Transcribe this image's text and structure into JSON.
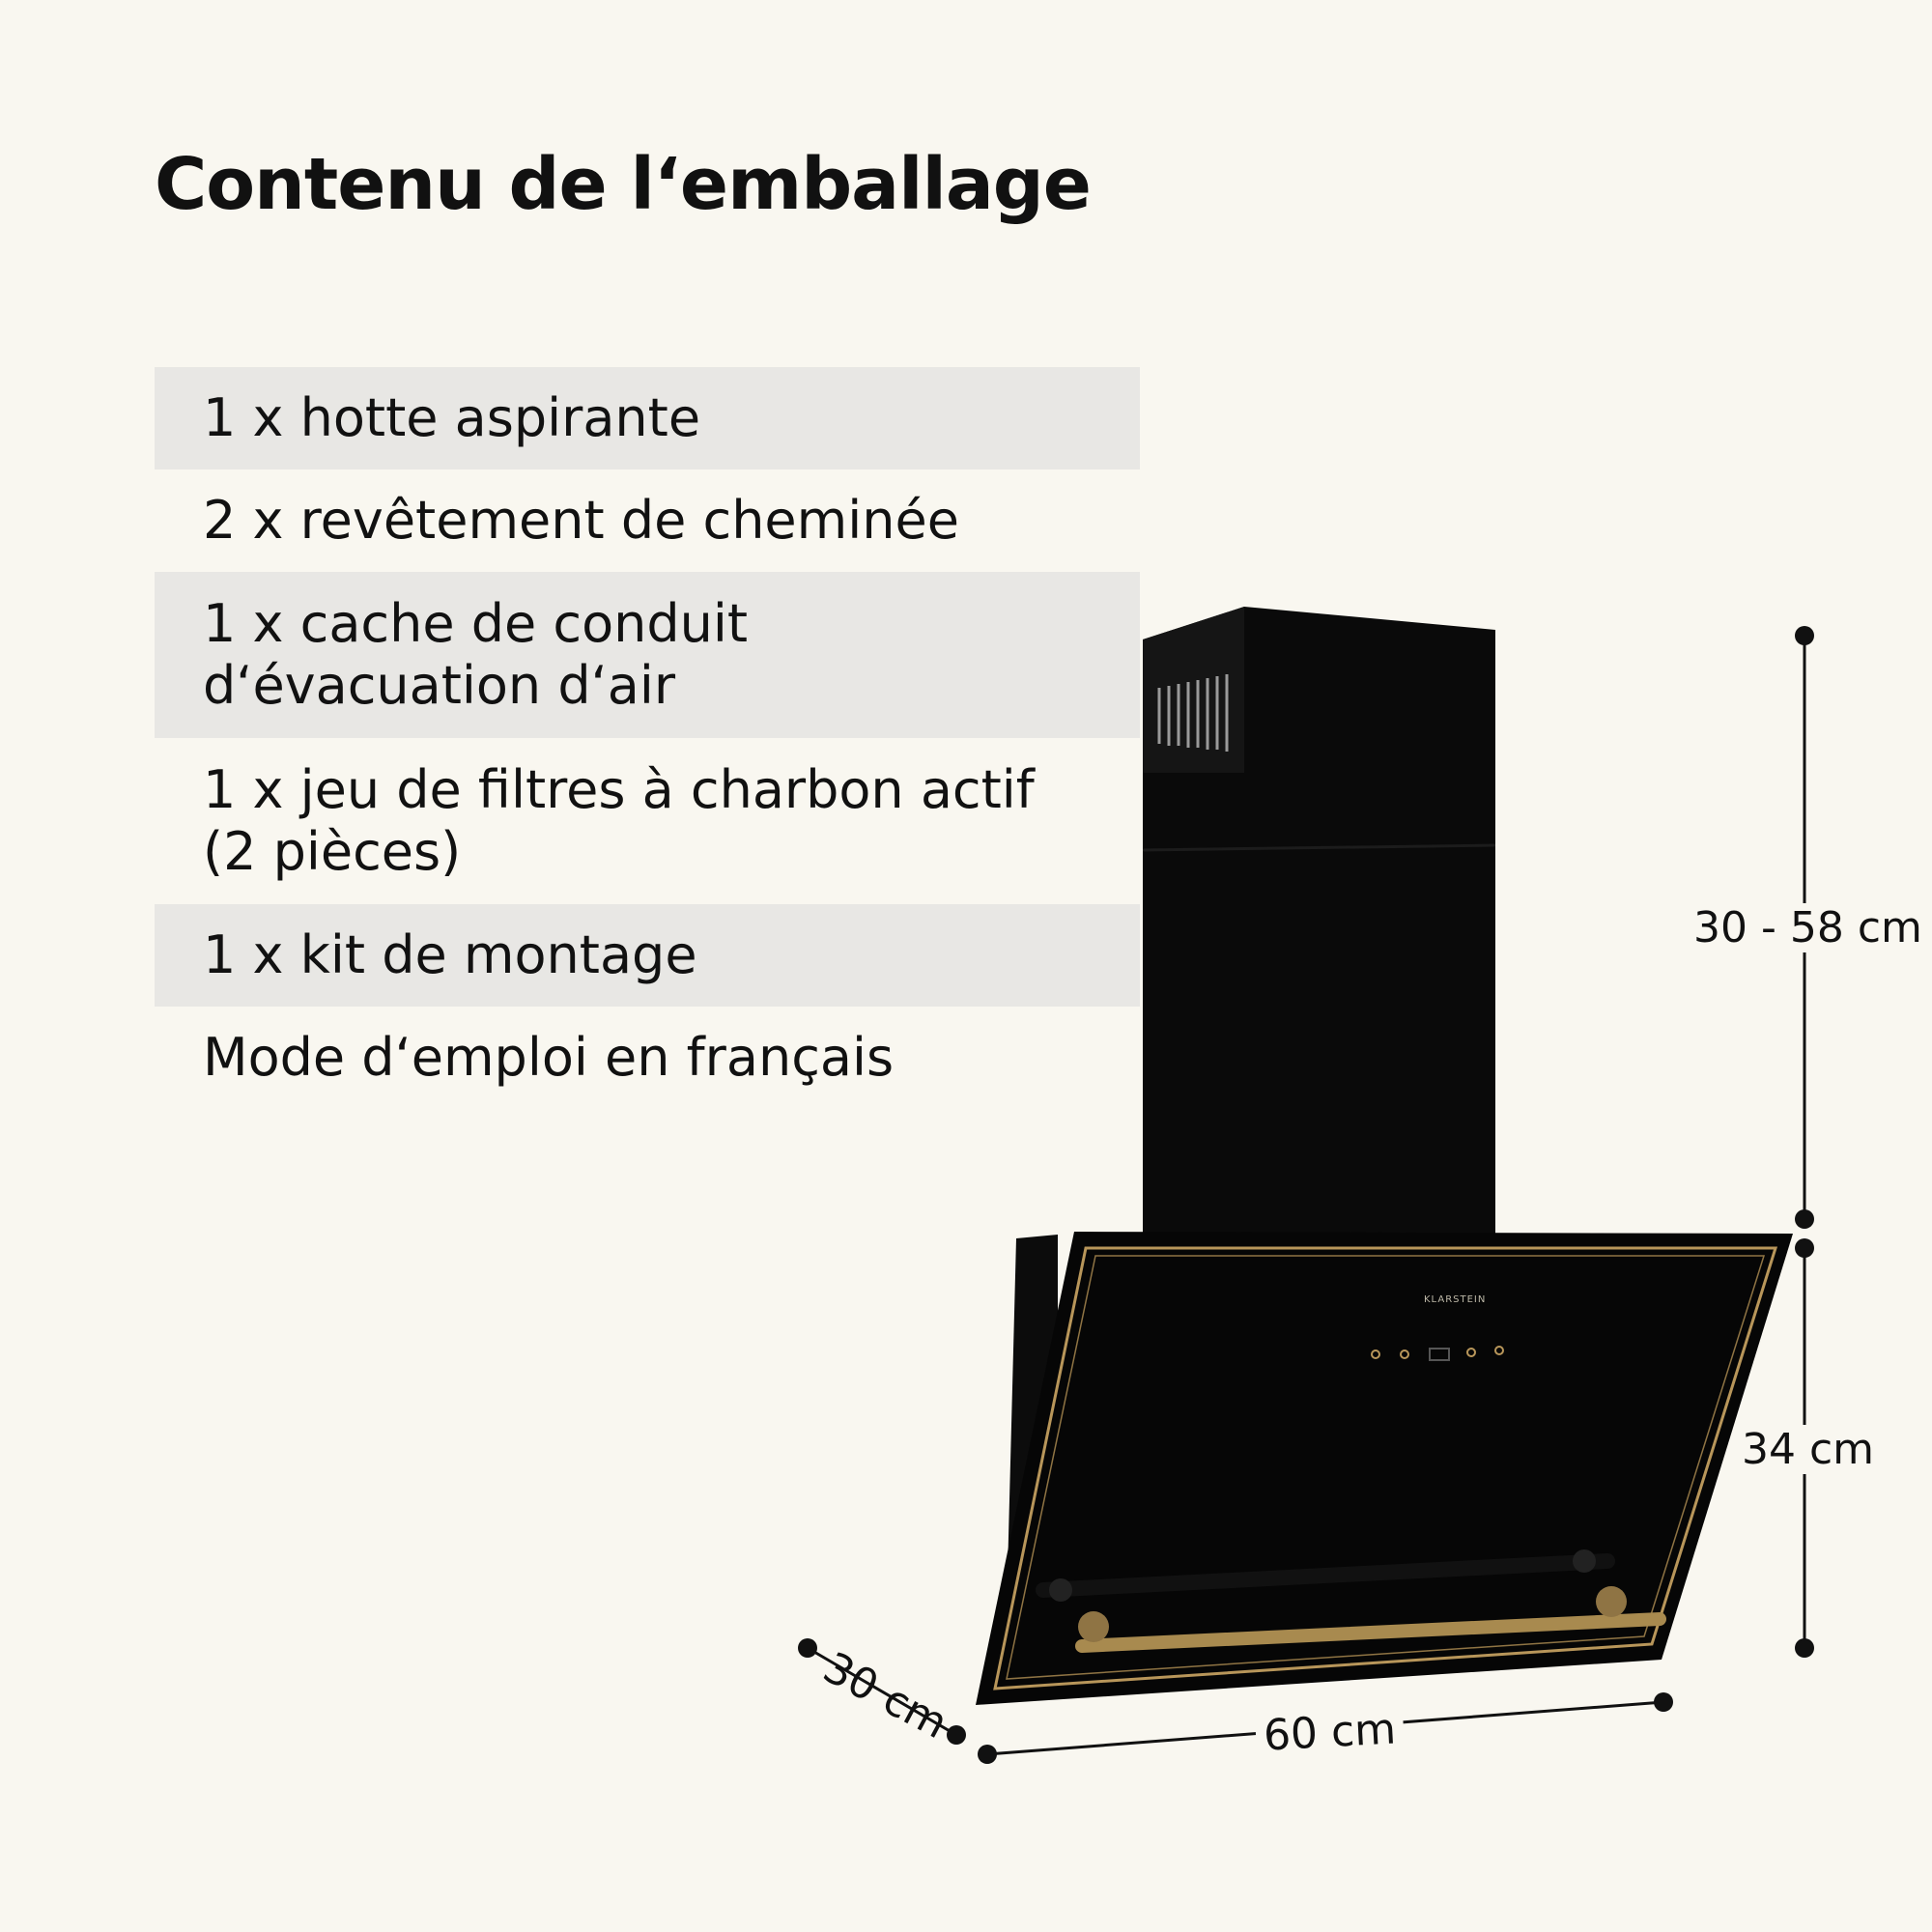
{
  "title": "Contenu de l‘emballage",
  "items": [
    {
      "lines": [
        "1 x hotte aspirante"
      ],
      "shaded": true
    },
    {
      "lines": [
        "2 x revêtement de cheminée"
      ],
      "shaded": false
    },
    {
      "lines": [
        "1 x cache de conduit",
        "d‘évacuation d‘air"
      ],
      "shaded": true
    },
    {
      "lines": [
        "1 x jeu de filtres à charbon actif",
        "(2 pièces)"
      ],
      "shaded": false
    },
    {
      "lines": [
        "1 x kit de montage"
      ],
      "shaded": true
    },
    {
      "lines": [
        "Mode d‘emploi en français"
      ],
      "shaded": false
    }
  ],
  "dimensions": {
    "chimney_height": "30 - 58 cm",
    "hood_height": "34 cm",
    "width": "60 cm",
    "depth": "30 cm"
  },
  "product": {
    "brand": "KLARSTEIN",
    "icon": "cooker-hood-image"
  },
  "colors": {
    "background": "#f9f7f0",
    "row_shade": "#e8e7e4",
    "hood": "#0b0b0b",
    "trim_gold": "#b8965a"
  }
}
